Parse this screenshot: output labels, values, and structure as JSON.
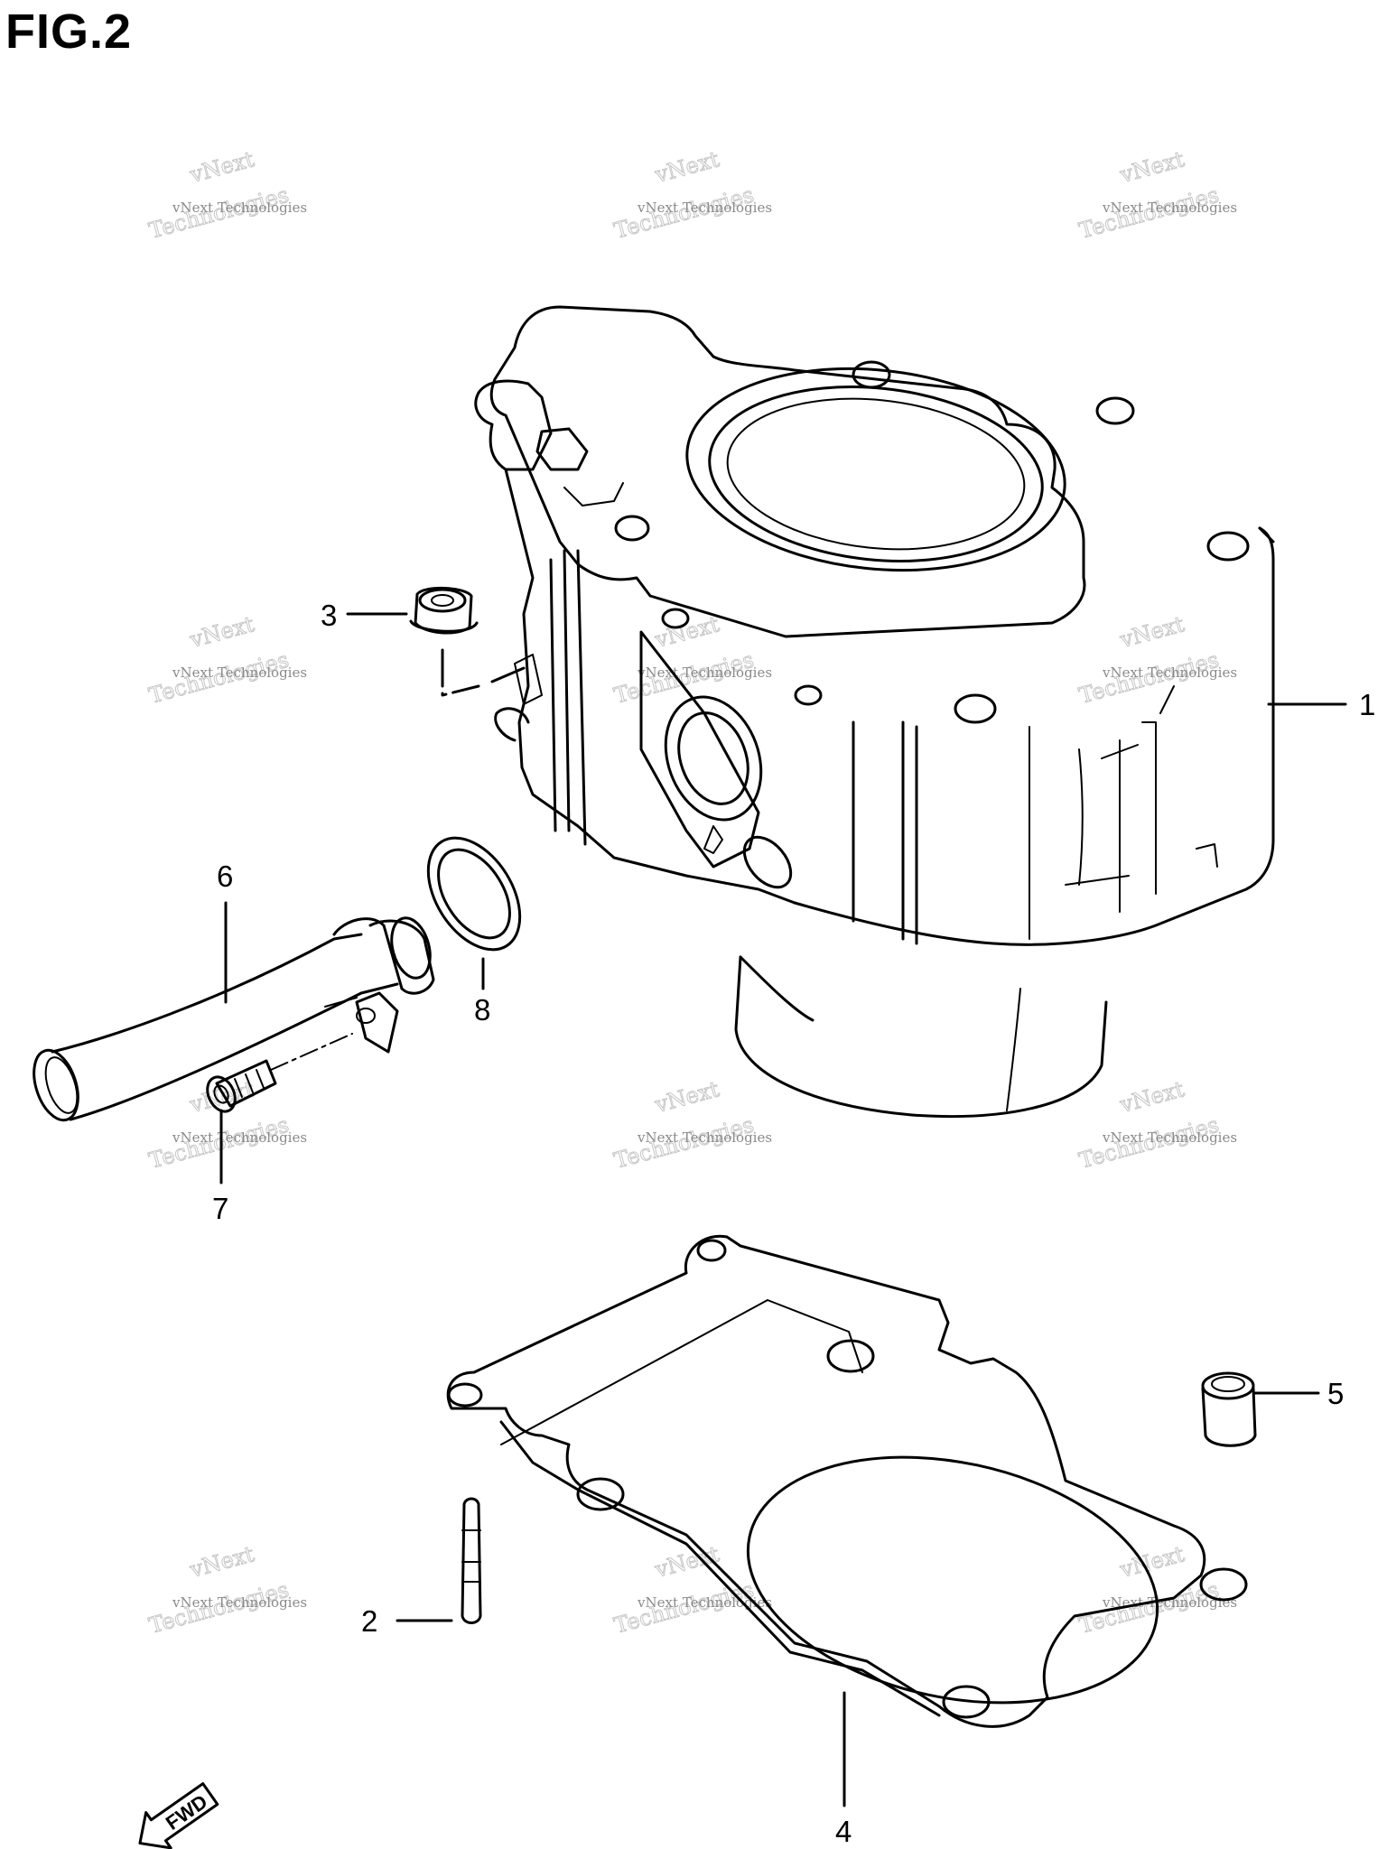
{
  "figure": {
    "title": "FIG.2"
  },
  "callouts": [
    {
      "id": "1",
      "label": "1"
    },
    {
      "id": "2",
      "label": "2"
    },
    {
      "id": "3",
      "label": "3"
    },
    {
      "id": "4",
      "label": "4"
    },
    {
      "id": "5",
      "label": "5"
    },
    {
      "id": "6",
      "label": "6"
    },
    {
      "id": "7",
      "label": "7"
    },
    {
      "id": "8",
      "label": "8"
    }
  ],
  "watermark": {
    "line1": "vNext Technologies",
    "line2": "vNext",
    "line3": "Technologies"
  },
  "direction_badge": {
    "label": "FWD"
  }
}
